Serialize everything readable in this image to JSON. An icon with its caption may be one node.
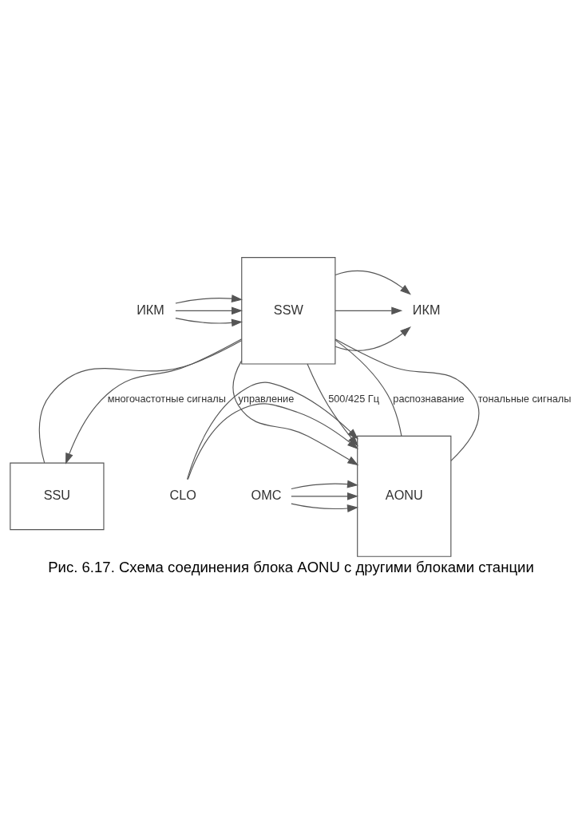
{
  "diagram": {
    "caption": "Рис. 6.17. Схема соединения блока AONU с другими блоками станции",
    "nodes": [
      {
        "text": [
          "ИКМ"
        ]
      },
      {
        "text": [
          "SSW"
        ]
      },
      {
        "text": [
          "ИКМ"
        ]
      },
      {
        "text": [
          "SSU"
        ]
      },
      {
        "text": [
          "AONU"
        ]
      },
      {
        "text": [
          "CLO"
        ]
      },
      {
        "text": [
          "OMC"
        ]
      }
    ],
    "edges": [
      {
        "from": 0,
        "to": 1,
        "arrow": "to"
      },
      {
        "from": 0,
        "to": 1,
        "arrow": "to"
      },
      {
        "from": 0,
        "to": 1,
        "arrow": "to"
      },
      {
        "from": 1,
        "to": 2,
        "arrow": "to"
      },
      {
        "from": 1,
        "to": 2,
        "arrow": "to"
      },
      {
        "from": 1,
        "to": 2,
        "arrow": "to"
      },
      {
        "from": 1,
        "to": 3,
        "arrow": "none"
      },
      {
        "from": 1,
        "to": 3,
        "arrow": "to",
        "label": "многочастотные сигналы"
      },
      {
        "from": 4,
        "to": 1,
        "arrow": "none",
        "label": "распознавание"
      },
      {
        "from": 4,
        "to": 1,
        "arrow": "none",
        "label": "тональные сигналы"
      },
      {
        "from": 1,
        "to": 4,
        "arrow": "to",
        "label": "управление"
      },
      {
        "from": 1,
        "to": 4,
        "arrow": "to",
        "label": "500/425 Гц"
      },
      {
        "from": 5,
        "to": 4,
        "arrow": "to"
      },
      {
        "from": 5,
        "to": 4,
        "arrow": "to"
      },
      {
        "from": 6,
        "to": 4,
        "arrow": "to"
      },
      {
        "from": 6,
        "to": 4,
        "arrow": "to"
      },
      {
        "from": 6,
        "to": 4,
        "arrow": "to"
      }
    ]
  }
}
